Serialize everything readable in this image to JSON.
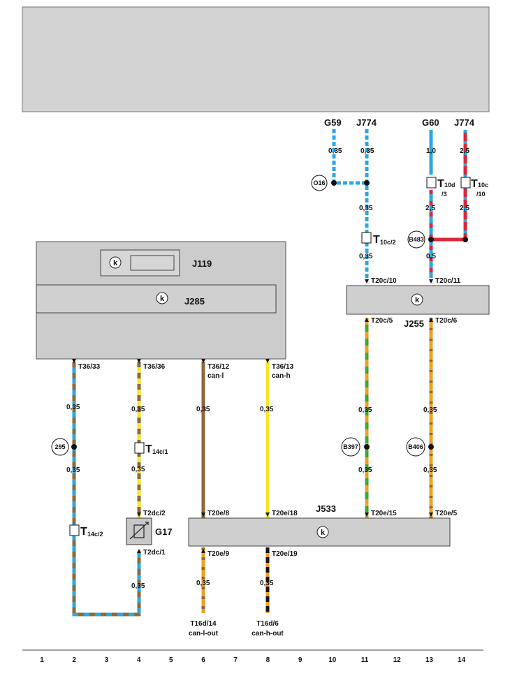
{
  "components": {
    "g59": "G59",
    "j774_left": "J774",
    "g60": "G60",
    "j774_right": "J774",
    "j119": "J119",
    "j285": "J285",
    "j255": "J255",
    "j533": "J533",
    "g17": "G17"
  },
  "wire_sizes": {
    "g59_top": "0,35",
    "j774_top": "0,35",
    "g60_top": "1,0",
    "j774r_top": "2,5",
    "col11_mid": "0,35",
    "col13_mid": "2,5",
    "col14_mid": "2,5",
    "col11_low": "0,35",
    "col13_low": "0,5",
    "c2_a": "0,35",
    "c2_b": "0,35",
    "c4_a": "0,35",
    "c4_b": "0,35",
    "c6": "0,35",
    "c8": "0,35",
    "c11_a": "0,35",
    "c11_b": "0,35",
    "c13_a": "0,35",
    "c13_b": "0,35",
    "c6_bot": "0,35",
    "c8_bot": "0,35",
    "c4_bot": "0,35"
  },
  "splices": {
    "o16": "O16",
    "b483": "B483",
    "s295": "295",
    "b397": "B397",
    "b406": "B406"
  },
  "connectors": {
    "t10c2": "T",
    "t10c2_sub": "10c/2",
    "t10d3": "T",
    "t10d3_sub": "10d",
    "t10d3_sub2": "/3",
    "t10c10": "T",
    "t10c10_sub": "10c",
    "t10c10_sub2": "/10",
    "t14c1": "T",
    "t14c1_sub": "14c/1",
    "t14c2": "T",
    "t14c2_sub": "14c/2"
  },
  "pins": {
    "t20c10": "T20c/10",
    "t20c11": "T20c/11",
    "t20c5": "T20c/5",
    "t20c6": "T20c/6",
    "t36_33": "T36/33",
    "t36_36": "T36/36",
    "t36_12": "T36/12",
    "t36_13": "T36/13",
    "can_l": "can-l",
    "can_h": "can-h",
    "t2dc2": "T2dc/2",
    "t2dc1": "T2dc/1",
    "t20e8": "T20e/8",
    "t20e18": "T20e/18",
    "t20e15": "T20e/15",
    "t20e5": "T20e/5",
    "t20e9": "T20e/9",
    "t20e19": "T20e/19",
    "t16d14": "T16d/14",
    "can_l_out": "can-l-out",
    "t16d6": "T16d/6",
    "can_h_out": "can-h-out"
  },
  "ruler": [
    "1",
    "2",
    "3",
    "4",
    "5",
    "6",
    "7",
    "8",
    "9",
    "10",
    "11",
    "12",
    "13",
    "14"
  ],
  "colors": {
    "light_blue": "#2ba7e0",
    "brown": "#8b6a3a",
    "yellow": "#f2e62a",
    "green": "#3aa83a",
    "orange": "#f0a020",
    "red": "#d8283a",
    "black": "#141414",
    "panel": "#d0d0d0",
    "module": "#c8c8c8"
  }
}
